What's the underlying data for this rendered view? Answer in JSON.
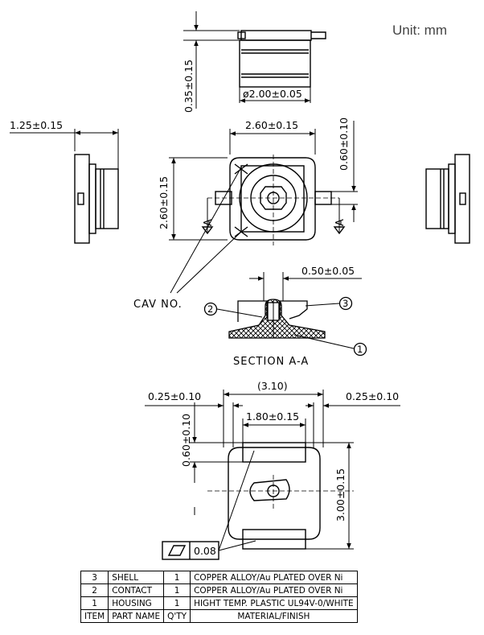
{
  "unit": "Unit: mm",
  "dims": {
    "top_height": "0.35±0.15",
    "top_diameter": "ø2.00±0.05",
    "left_depth": "1.25±0.15",
    "center_width": "2.60±0.15",
    "center_height": "2.60±0.15",
    "right_offset": "0.60±0.10",
    "section_width": "0.50±0.05",
    "bottom_overall": "(3.10)",
    "bottom_left": "0.25±0.10",
    "bottom_right": "0.25±0.10",
    "bottom_pad": "1.80±0.15",
    "bottom_height": "0.60±0.10",
    "bottom_total": "3.00±0.15",
    "flatness": "0.08"
  },
  "labels": {
    "cav": "CAV NO.",
    "section": "SECTION A-A",
    "section_mark": "A",
    "callout_1": "1",
    "callout_2": "2",
    "callout_3": "3"
  },
  "bom": {
    "rows": [
      {
        "item": "3",
        "name": "SHELL",
        "qty": "1",
        "material": "COPPER ALLOY/Au PLATED OVER Ni"
      },
      {
        "item": "2",
        "name": "CONTACT",
        "qty": "1",
        "material": "COPPER ALLOY/Au PLATED OVER Ni"
      },
      {
        "item": "1",
        "name": "HOUSING",
        "qty": "1",
        "material": "HIGHT TEMP. PLASTIC UL94V-0/WHITE"
      }
    ],
    "header": {
      "item": "ITEM",
      "name": "PART NAME",
      "qty": "Q'TY",
      "material": "MATERIAL/FINISH"
    }
  }
}
